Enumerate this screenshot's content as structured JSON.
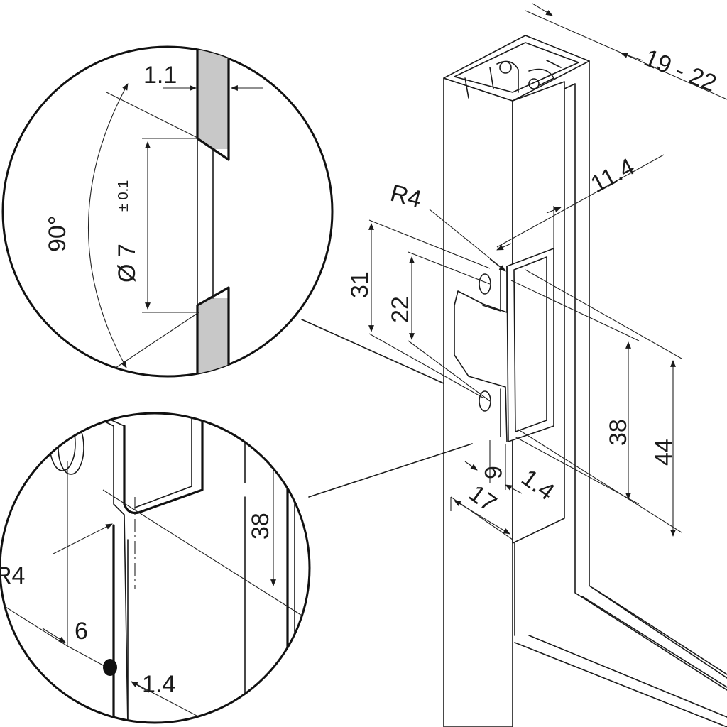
{
  "dimensions": {
    "profile_width": "19 - 22",
    "slot_width": "11.4",
    "radius": "R4",
    "hole_spacing_outer": "31",
    "hole_spacing_inner": "22",
    "slot_height": "38",
    "plate_height": "44",
    "edge_offset": "6",
    "plate_thickness": "1.4",
    "profile_depth": "17"
  },
  "detail_top": {
    "thickness": "1.1",
    "countersink_angle": "90°",
    "hole_diameter": "Ø 7",
    "hole_tolerance": "± 0.1"
  },
  "detail_bottom": {
    "radius": "R4",
    "slot_height": "38",
    "edge_offset": "6",
    "thickness": "1.4"
  },
  "colors": {
    "line": "#1a1a1a",
    "section_fill": "#c8c8c8",
    "background": "#ffffff"
  }
}
